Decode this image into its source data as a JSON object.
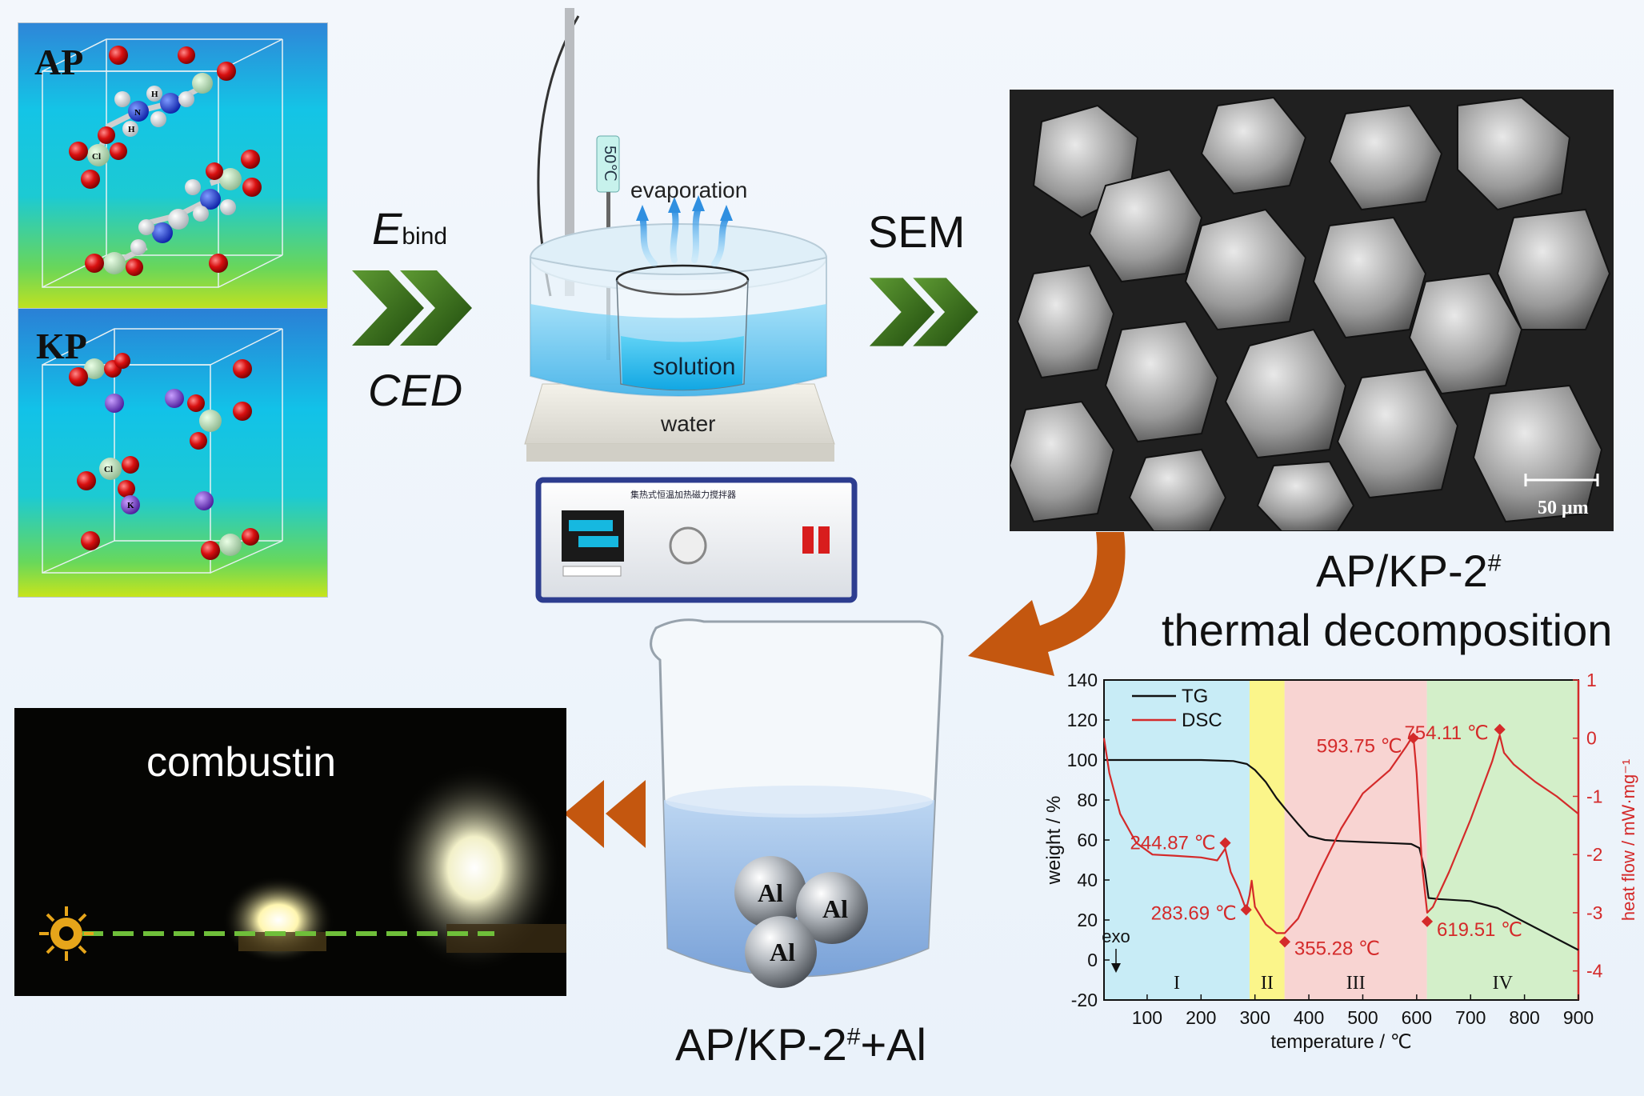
{
  "crystals": {
    "ap_label": "AP",
    "kp_label": "KP",
    "atom_h": "H",
    "atom_n": "N",
    "atom_cl": "Cl",
    "atom_k": "K"
  },
  "arrow1": {
    "ebind_main": "E",
    "ebind_sub": "bind",
    "ced": "CED"
  },
  "apparatus": {
    "evaporation": "evaporation",
    "solution": "solution",
    "water": "water",
    "probe_temp": "50℃",
    "device_label": "集热式恒温加热磁力搅拌器"
  },
  "arrow2": {
    "sem": "SEM"
  },
  "sem_image": {
    "scale_bar": "50 μm"
  },
  "sample": {
    "name_main": "AP/KP-2",
    "name_sup": "#",
    "thermal": "thermal decomposition"
  },
  "beaker": {
    "particle": "Al",
    "label_main": "AP/KP-2",
    "label_sup": "#",
    "label_tail": "+Al"
  },
  "combustion": {
    "label": "combustin"
  },
  "chart_data": {
    "type": "line",
    "xlabel": "temperature / ℃",
    "ylabel_left": "weight / %",
    "ylabel_right": "heat flow / mW·mg⁻¹",
    "xlim": [
      20,
      900
    ],
    "ylim_left": [
      -20,
      140
    ],
    "ylim_right": [
      -4.5,
      1
    ],
    "x_ticks": [
      100,
      200,
      300,
      400,
      500,
      600,
      700,
      800,
      900
    ],
    "y_ticks_left": [
      -20,
      0,
      20,
      40,
      60,
      80,
      100,
      120,
      140
    ],
    "y_ticks_right": [
      -4,
      -3,
      -2,
      -1,
      0,
      1
    ],
    "legend": [
      "TG",
      "DSC"
    ],
    "exo_label": "exo",
    "regions": [
      {
        "label": "I",
        "from": 20,
        "to": 290,
        "color": "#c8ecf6"
      },
      {
        "label": "II",
        "from": 290,
        "to": 355,
        "color": "#fbf58a"
      },
      {
        "label": "III",
        "from": 355,
        "to": 619,
        "color": "#f8d4d2"
      },
      {
        "label": "IV",
        "from": 619,
        "to": 900,
        "color": "#d3efc9"
      }
    ],
    "series": [
      {
        "name": "TG",
        "axis": "left",
        "color": "#111111",
        "x": [
          20,
          100,
          200,
          260,
          285,
          300,
          320,
          340,
          355,
          380,
          400,
          430,
          460,
          500,
          550,
          590,
          605,
          615,
          622,
          640,
          700,
          750,
          800,
          850,
          900
        ],
        "y": [
          100,
          100,
          100,
          99.5,
          98,
          95,
          89,
          81,
          76,
          68,
          62,
          60,
          59.5,
          59,
          58.5,
          58,
          56,
          45,
          31,
          30.5,
          29.5,
          26,
          19,
          12,
          5
        ]
      },
      {
        "name": "DSC",
        "axis": "right",
        "color": "#d42a2a",
        "x": [
          20,
          30,
          50,
          80,
          110,
          150,
          200,
          230,
          244.87,
          255,
          270,
          283.69,
          290,
          294,
          300,
          320,
          340,
          355.28,
          380,
          420,
          460,
          500,
          550,
          580,
          593.75,
          600,
          610,
          619.51,
          630,
          660,
          700,
          740,
          754.11,
          762,
          780,
          820,
          860,
          900
        ],
        "y": [
          0,
          -0.6,
          -1.3,
          -1.8,
          -2,
          -2.02,
          -2.05,
          -2.1,
          -1.9,
          -2.3,
          -2.6,
          -2.95,
          -2.7,
          -2.45,
          -2.9,
          -3.2,
          -3.35,
          -3.35,
          -3.1,
          -2.3,
          -1.55,
          -0.95,
          -0.55,
          -0.15,
          0.05,
          -0.6,
          -2.2,
          -3.0,
          -2.9,
          -2.3,
          -1.4,
          -0.4,
          0.05,
          -0.25,
          -0.45,
          -0.75,
          -1.0,
          -1.3
        ]
      }
    ],
    "annotations": [
      {
        "text": "244.87 ℃",
        "x": 244.87,
        "axis": "right",
        "y": -1.8
      },
      {
        "text": "283.69 ℃",
        "x": 283.69,
        "axis": "right",
        "y": -2.95
      },
      {
        "text": "355.28 ℃",
        "x": 355.28,
        "axis": "right",
        "y": -3.5
      },
      {
        "text": "593.75 ℃",
        "x": 593.75,
        "axis": "right",
        "y": 0
      },
      {
        "text": "754.11 ℃",
        "x": 754.11,
        "axis": "right",
        "y": 0.15
      },
      {
        "text": "619.51 ℃",
        "x": 619.51,
        "axis": "right",
        "y": -3.15
      }
    ]
  },
  "colors": {
    "chevron_green": "#3d7a1c",
    "orange_arrow": "#c4570f",
    "dsc_red": "#d42a2a",
    "solution_blue": "#2fb4e8"
  }
}
